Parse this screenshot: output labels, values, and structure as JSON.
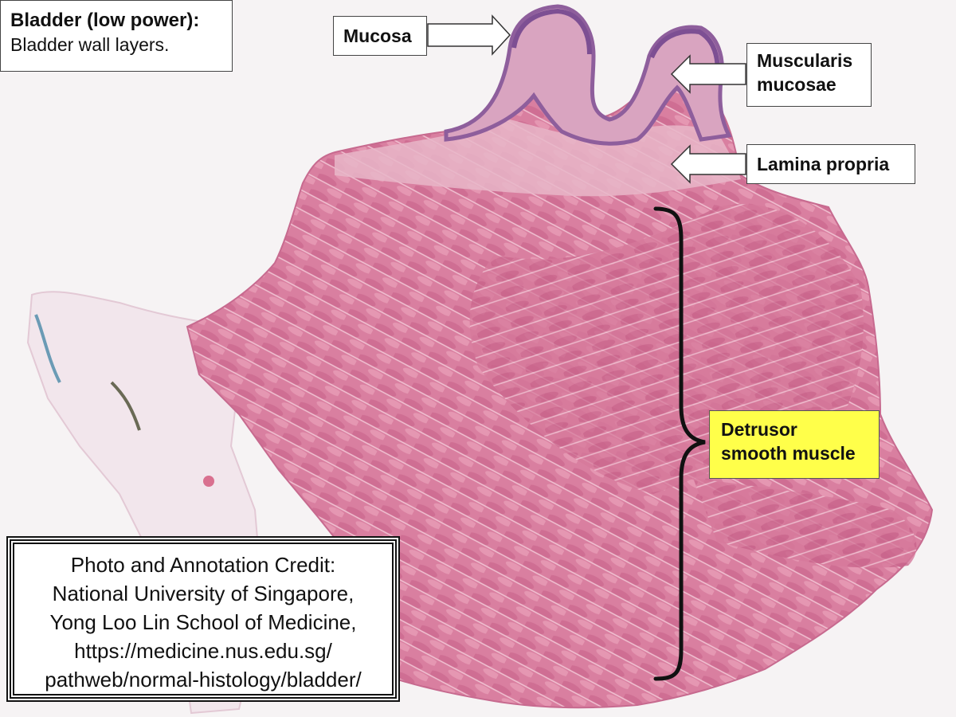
{
  "title": {
    "heading": "Bladder (low power):",
    "subtitle": "Bladder wall layers."
  },
  "labels": {
    "mucosa": "Mucosa",
    "muscularis_line1": "Muscularis",
    "muscularis_line2": "mucosae",
    "lamina_propria": "Lamina propria",
    "detrusor_line1": "Detrusor",
    "detrusor_line2": "smooth muscle"
  },
  "credit": {
    "line1": "Photo and Annotation Credit:",
    "line2": "National University of Singapore,",
    "line3": "Yong Loo Lin School of Medicine,",
    "line4": "https://medicine.nus.edu.sg/",
    "line5": "pathweb/normal-histology/bladder/"
  },
  "colors": {
    "background": "#f6f3f4",
    "tissue_main": "#d9809f",
    "tissue_dark": "#c95f85",
    "mucosa_purple": "#9c6aa6",
    "highlight": "#ffff4a"
  }
}
